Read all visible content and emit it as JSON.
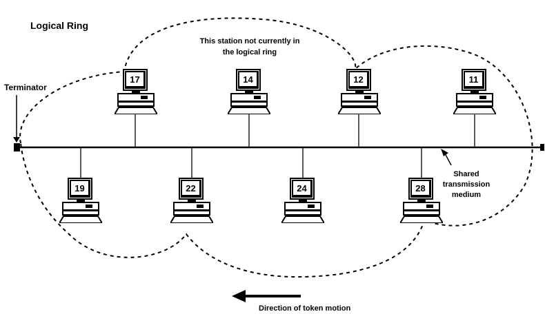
{
  "title": "Logical Ring",
  "note_lines": [
    "This station not currently in",
    "the logical ring"
  ],
  "terminator_label": "Terminator",
  "medium_lines": [
    "Shared",
    "transmission",
    "medium"
  ],
  "direction_label": "Direction of token motion",
  "stations": {
    "top": [
      "17",
      "14",
      "12",
      "11"
    ],
    "bottom": [
      "19",
      "22",
      "24",
      "28"
    ]
  },
  "colors": {
    "line": "#000000",
    "background": "#ffffff"
  }
}
